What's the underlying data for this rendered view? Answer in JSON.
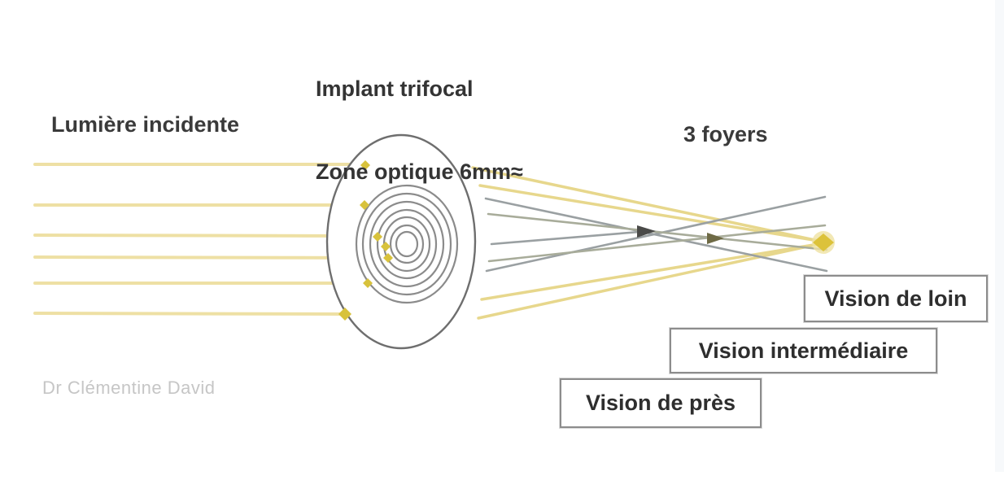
{
  "page": {
    "background": "#ffffff",
    "right_strip_color": "#f7f9fb"
  },
  "title": {
    "line1": "Implant trifocal",
    "line2": "Zone optique 6mm≈"
  },
  "labels": {
    "incident_light": "Lumière incidente",
    "foci": "3 foyers",
    "credit": "Dr Clémentine David"
  },
  "vision_boxes": [
    {
      "id": "far",
      "label": "Vision de loin"
    },
    {
      "id": "intermediate",
      "label": "Vision intermédiaire"
    },
    {
      "id": "near",
      "label": "Vision de près"
    }
  ],
  "foci_points": [
    {
      "name": "near-focus",
      "color": "#4a4a48"
    },
    {
      "name": "intermediate-focus",
      "color": "#6e6a45"
    },
    {
      "name": "far-focus",
      "color": "#dcc23a"
    }
  ],
  "colors": {
    "ray_yellow": "#e7d78c",
    "ray_gray": "#9aa0a2",
    "ray_olive": "#a8ac9a",
    "arrowhead_yellow": "#d8c23c",
    "lens_stroke": "#6e6e6e",
    "ring_stroke": "#8b8b8b",
    "text_dark": "#2e2e2e",
    "credit_gray": "#c6c6c6",
    "box_border": "#8c8c8c"
  }
}
